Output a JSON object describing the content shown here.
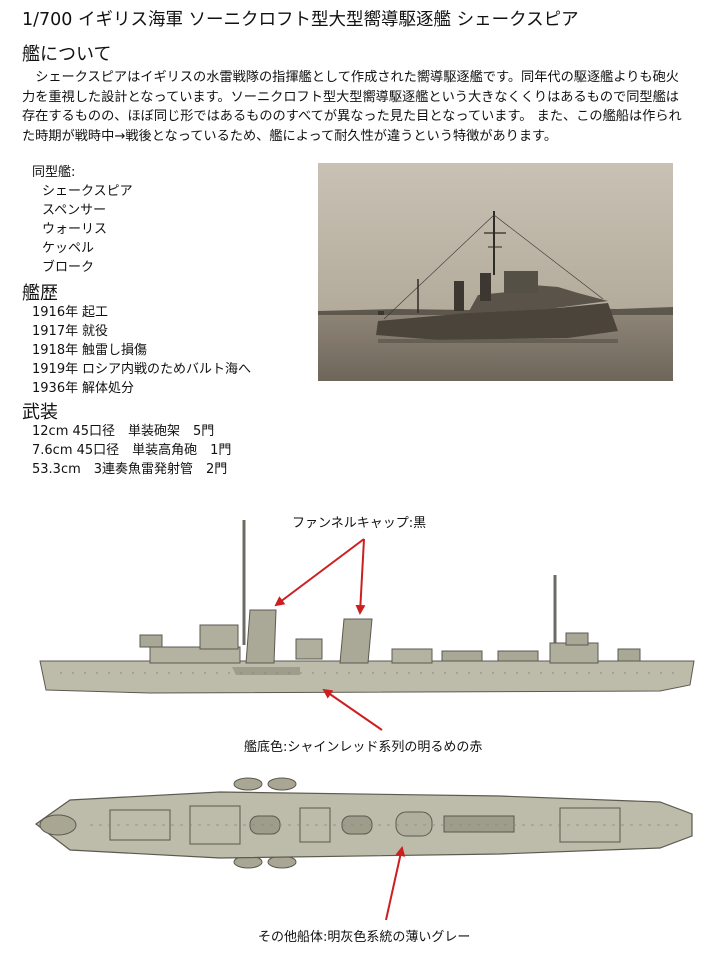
{
  "title": "1/700 イギリス海軍 ソーニクロフト型大型嚮導駆逐艦 シェークスピア",
  "about": {
    "heading": "艦について",
    "text": "シェークスピアはイギリスの水雷戦隊の指揮艦として作成された嚮導駆逐艦です。同年代の駆逐艦よりも砲火力を重視した設計となっています。ソーニクロフト型大型嚮導駆逐艦という大きなくくりはあるもので同型艦は存在するものの、ほぼ同じ形ではあるもののすべてが異なった見た目となっています。 また、この艦船は作られた時期が戦時中→戦後となっているため、艦によって耐久性が違うという特徴があります。",
    "sister_label": "同型艦:",
    "sisters": [
      "シェークスピア",
      "スペンサー",
      "ウォーリス",
      "ケッペル",
      "ブローク"
    ]
  },
  "history": {
    "heading": "艦歴",
    "rows": [
      {
        "year": "1916年",
        "event": "起工"
      },
      {
        "year": "1917年",
        "event": "就役"
      },
      {
        "year": "1918年",
        "event": "触雷し損傷"
      },
      {
        "year": "1919年",
        "event": "ロシア内戦のためバルト海へ"
      },
      {
        "year": "1936年",
        "event": "解体処分"
      }
    ]
  },
  "armament": {
    "heading": "武装",
    "rows": [
      "12cm 45口径　単装砲架　5門",
      "7.6cm 45口径　単装高角砲　1門",
      "53.3cm　3連奏魚雷発射管　2門"
    ]
  },
  "callouts": {
    "funnel": "ファンネルキャップ:黒",
    "hull_bottom": "艦底色:シャインレッド系列の明るめの赤",
    "hull_other": "その他船体:明灰色系統の薄いグレー"
  },
  "colors": {
    "arrow": "#cc1f1f",
    "hull_gray": "#b9b7a5",
    "deck": "#a9a793",
    "photo_sepia": "#7d7465"
  }
}
